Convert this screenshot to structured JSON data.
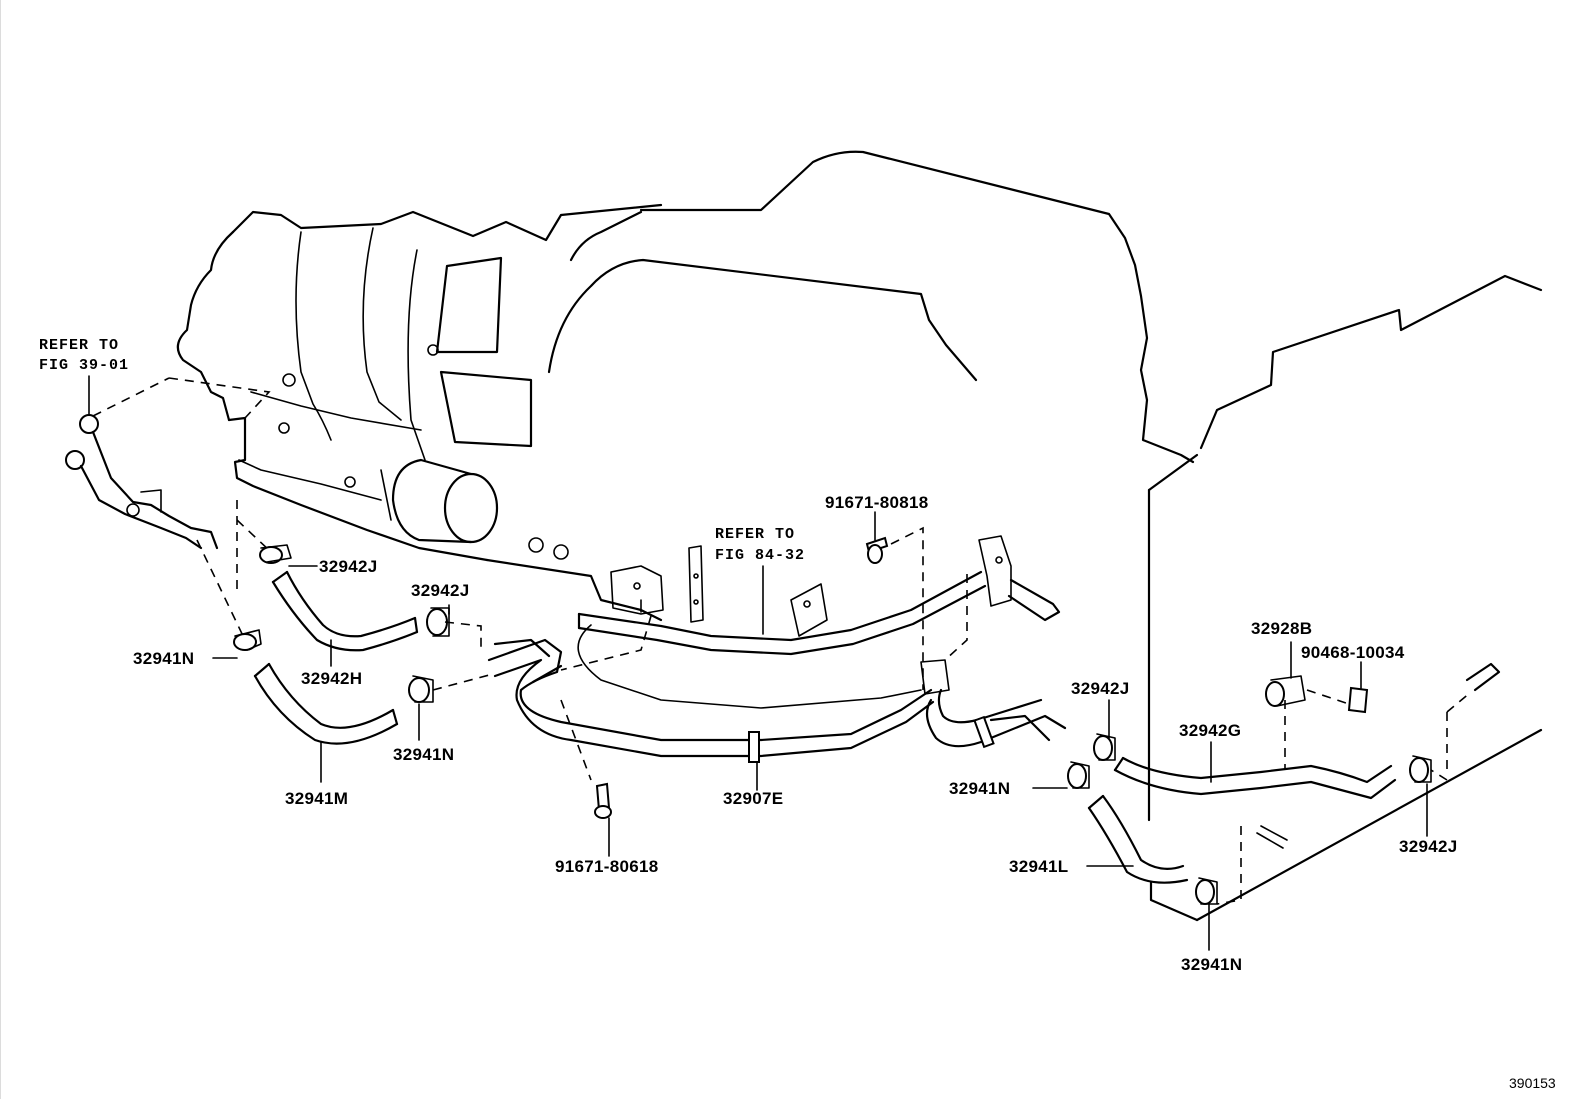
{
  "diagram": {
    "figure_number": "390153",
    "references": {
      "fig_39_01": [
        "REFER TO",
        "FIG 39-01"
      ],
      "fig_84_32": [
        "REFER TO",
        "FIG 84-32"
      ]
    },
    "parts": {
      "clamp_j_upper_left": "32942J",
      "clamp_j_mid": "32942J",
      "clamp_j_right_upper": "32942J",
      "clamp_j_right_lower": "32942J",
      "clamp_n_left": "32941N",
      "clamp_n_mid": "32941N",
      "clamp_n_right_upper": "32941N",
      "clamp_n_right_lower": "32941N",
      "hose_h": "32942H",
      "hose_m": "32941M",
      "hose_g": "32942G",
      "hose_l": "32941L",
      "tube_e": "32907E",
      "bolt_upper": "91671-80818",
      "bolt_lower": "91671-80618",
      "clamp_b": "32928B",
      "clip": "90468-10034"
    }
  }
}
